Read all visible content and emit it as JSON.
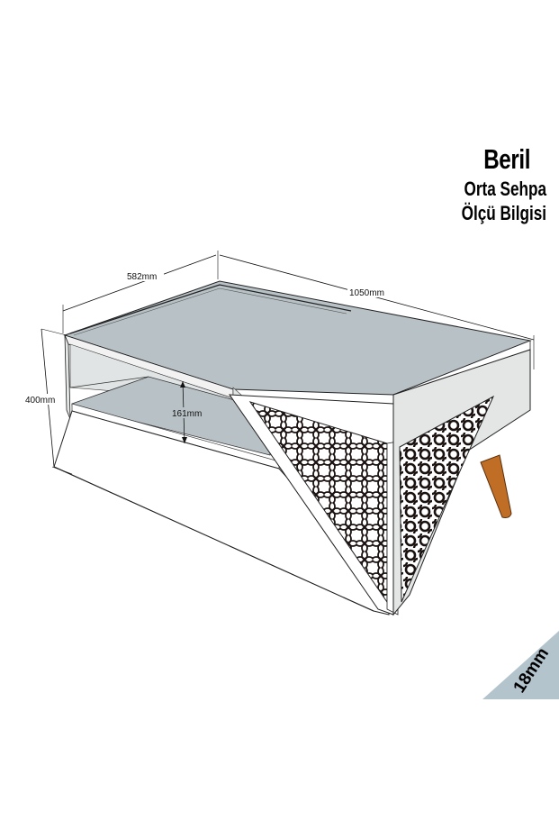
{
  "title": {
    "product_name": "Beril",
    "line1": "Orta Sehpa",
    "line2": "Ölçü Bilgisi"
  },
  "dimensions": {
    "depth": "582mm",
    "width": "1050mm",
    "height": "400mm",
    "shelf_clearance": "161mm",
    "panel_thickness": "18mm"
  },
  "colors": {
    "top_surface": "#b8c2c6",
    "body": "#ffffff",
    "side_panel": "#e4e6e6",
    "leg": "#c06d26",
    "pattern": "#1a1210",
    "thickness_badge": "#b4c4cd"
  }
}
